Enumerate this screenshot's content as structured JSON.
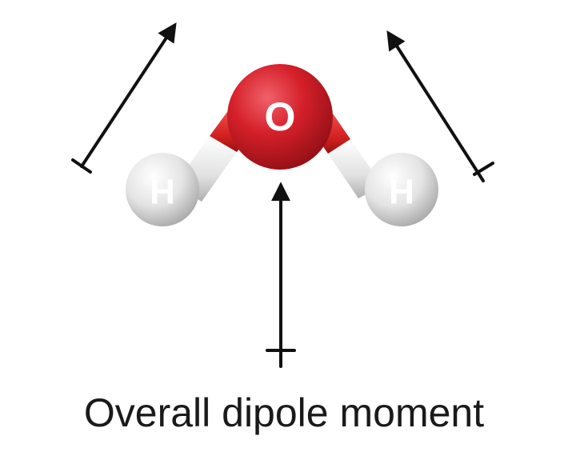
{
  "molecule": {
    "atoms": {
      "oxygen": "O",
      "hydrogen_left": "H",
      "hydrogen_right": "H"
    },
    "colors": {
      "oxygen": "#d0202a",
      "hydrogen": "#e8e8e8",
      "bond_white": "#f0f0f0",
      "bond_red": "#d82a2a",
      "arrow": "#111111"
    }
  },
  "arrows": {
    "left_bond_dipole": "O-H bond dipole",
    "right_bond_dipole": "O-H bond dipole",
    "overall": "overall"
  },
  "caption": "Overall dipole moment"
}
